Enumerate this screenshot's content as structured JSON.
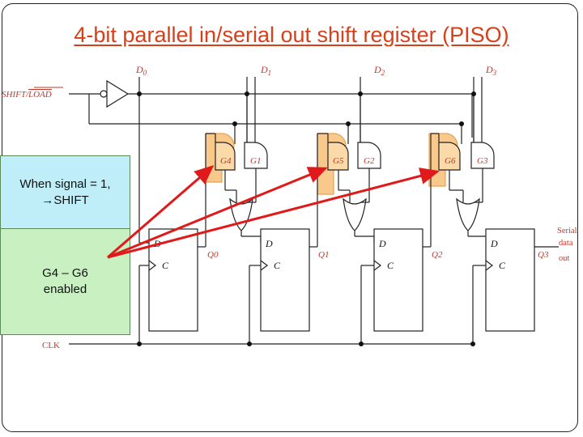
{
  "title": "4-bit parallel in/serial out shift register (PISO)",
  "inputs": {
    "d0": "D",
    "d0_sub": "0",
    "d1": "D",
    "d1_sub": "1",
    "d2": "D",
    "d2_sub": "2",
    "d3": "D",
    "d3_sub": "3",
    "shift_load": "SHIFT/",
    "shift_load_bar": "LOAD",
    "clk": "CLK"
  },
  "gates": {
    "g4": "G4",
    "g1": "G1",
    "g5": "G5",
    "g2": "G2",
    "g6": "G6",
    "g3": "G3"
  },
  "flipflops": {
    "d_label": "D",
    "c_label": "C",
    "q0": "Q0",
    "q1": "Q1",
    "q2": "Q2",
    "q3": "Q3"
  },
  "serial_out": [
    "Serial",
    "data",
    "out"
  ],
  "callout": {
    "line1": "When signal = 1,",
    "line2": "→SHIFT",
    "line3": "G4 – G6",
    "line4": "enabled"
  },
  "colors": {
    "title": "#d6401a",
    "labels": "#c0392b",
    "gate_highlight": "#f8c98a",
    "arrow": "#e01a1a",
    "callout_top": "#bfeef9",
    "callout_bottom": "#c8f0c0"
  }
}
